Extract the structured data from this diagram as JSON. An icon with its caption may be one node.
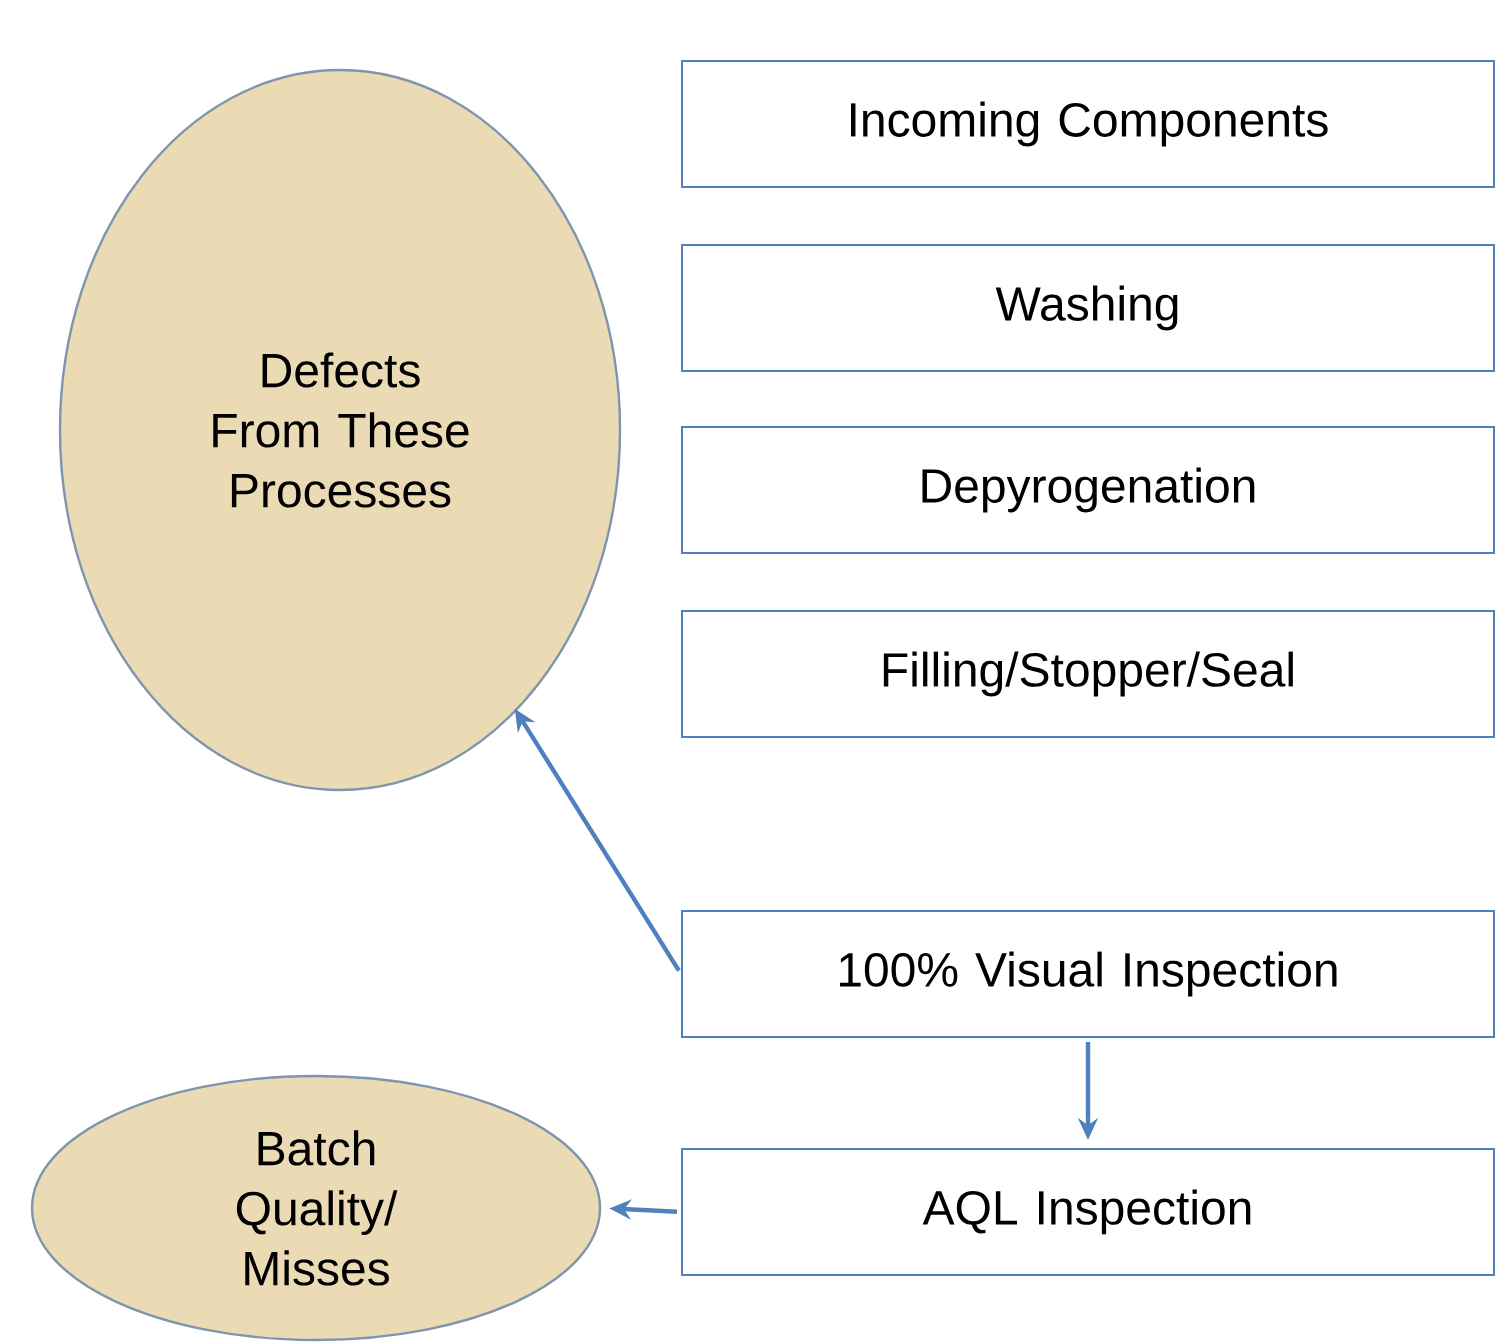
{
  "diagram": {
    "nodes": [
      {
        "text": [
          "Defects From These Processes"
        ]
      },
      {
        "text": [
          "Incoming Components"
        ]
      },
      {
        "text": [
          "Washing"
        ]
      },
      {
        "text": [
          "Depyrogenation"
        ]
      },
      {
        "text": [
          "Filling/Stopper/Seal"
        ]
      },
      {
        "text": [
          "100% Visual Inspection"
        ]
      },
      {
        "text": [
          "AQL Inspection"
        ]
      },
      {
        "text": [
          "Batch Quality/ Misses"
        ]
      }
    ],
    "edges": [
      {
        "from": 5,
        "to": 0,
        "arrow": "to"
      },
      {
        "from": 5,
        "to": 6,
        "arrow": "to"
      },
      {
        "from": 6,
        "to": 7,
        "arrow": "to"
      }
    ]
  }
}
